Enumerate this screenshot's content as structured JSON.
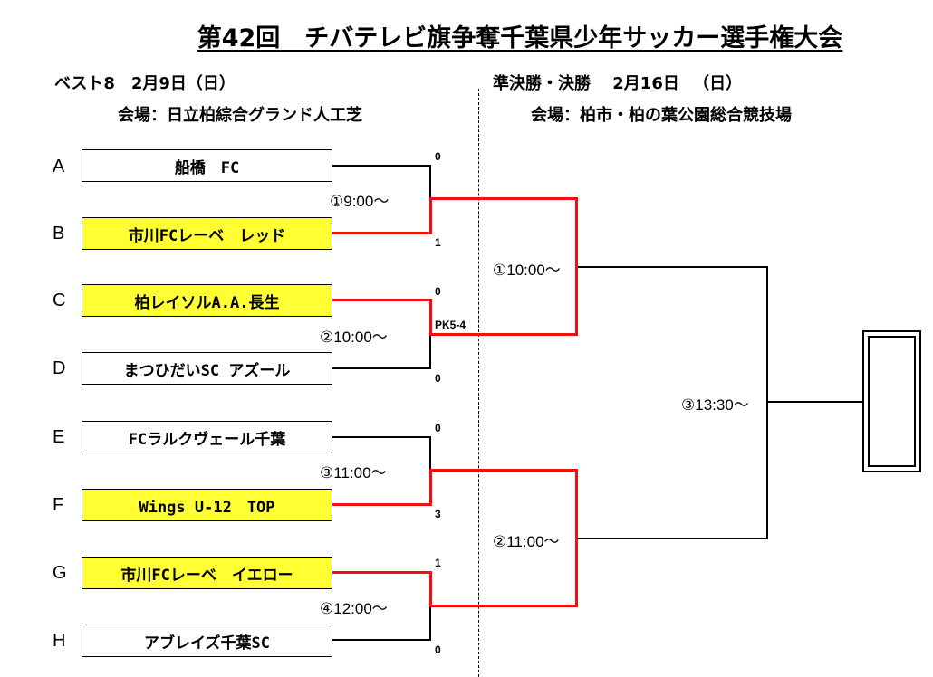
{
  "title": "第42回　チバテレビ旗争奪千葉県少年サッカー選手権大会",
  "left_header": {
    "round": "ベスト8　2月9日（日）",
    "venue": "会場：日立柏綜合グランド人工芝"
  },
  "right_header": {
    "round": "準決勝・決勝　 2月16日 　（日）",
    "venue": "会場：柏市・柏の葉公園総合競技場"
  },
  "teams": [
    {
      "letter": "A",
      "name": "船橋　FC",
      "winner": false
    },
    {
      "letter": "B",
      "name": "市川FCレーベ　レッド",
      "winner": true
    },
    {
      "letter": "C",
      "name": "柏レイソルA.A.長生",
      "winner": true
    },
    {
      "letter": "D",
      "name": "まつひだいSC アズール",
      "winner": false
    },
    {
      "letter": "E",
      "name": "FCラルクヴェール千葉",
      "winner": false
    },
    {
      "letter": "F",
      "name": "Wings U-12　TOP",
      "winner": true
    },
    {
      "letter": "G",
      "name": "市川FCレーベ　イエロー",
      "winner": true
    },
    {
      "letter": "H",
      "name": "アブレイズ千葉SC",
      "winner": false
    }
  ],
  "quarterfinals": [
    {
      "time": "①9:00～",
      "score_top": "0",
      "score_bottom": "1",
      "pk": ""
    },
    {
      "time": "②10:00～",
      "score_top": "0",
      "score_bottom": "0",
      "pk": "PK5-4"
    },
    {
      "time": "③11:00～",
      "score_top": "0",
      "score_bottom": "3",
      "pk": ""
    },
    {
      "time": "④12:00～",
      "score_top": "1",
      "score_bottom": "0",
      "pk": ""
    }
  ],
  "semifinals": [
    {
      "time": "①10:00～"
    },
    {
      "time": "②11:00～"
    }
  ],
  "final": {
    "time": "③13:30～"
  },
  "colors": {
    "winner_fill": "#ffff33",
    "winner_line": "#ee1111",
    "line": "#000000"
  }
}
